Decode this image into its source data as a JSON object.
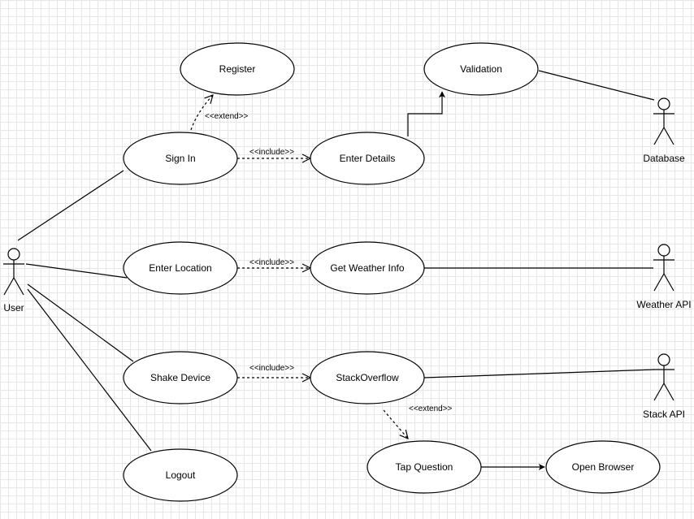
{
  "actors": {
    "user": "User",
    "database": "Database",
    "weather_api": "Weather API",
    "stack_api": "Stack API"
  },
  "use_cases": {
    "register": "Register",
    "validation": "Validation",
    "sign_in": "Sign In",
    "enter_details": "Enter Details",
    "enter_location": "Enter Location",
    "get_weather_info": "Get Weather Info",
    "shake_device": "Shake Device",
    "stackoverflow": "StackOverflow",
    "logout": "Logout",
    "tap_question": "Tap Question",
    "open_browser": "Open Browser"
  },
  "relations": {
    "signin_register": "<<extend>>",
    "signin_details": "<<include>>",
    "location_weather": "<<include>>",
    "shake_stack": "<<include>>",
    "stack_tap": "<<extend>>"
  }
}
